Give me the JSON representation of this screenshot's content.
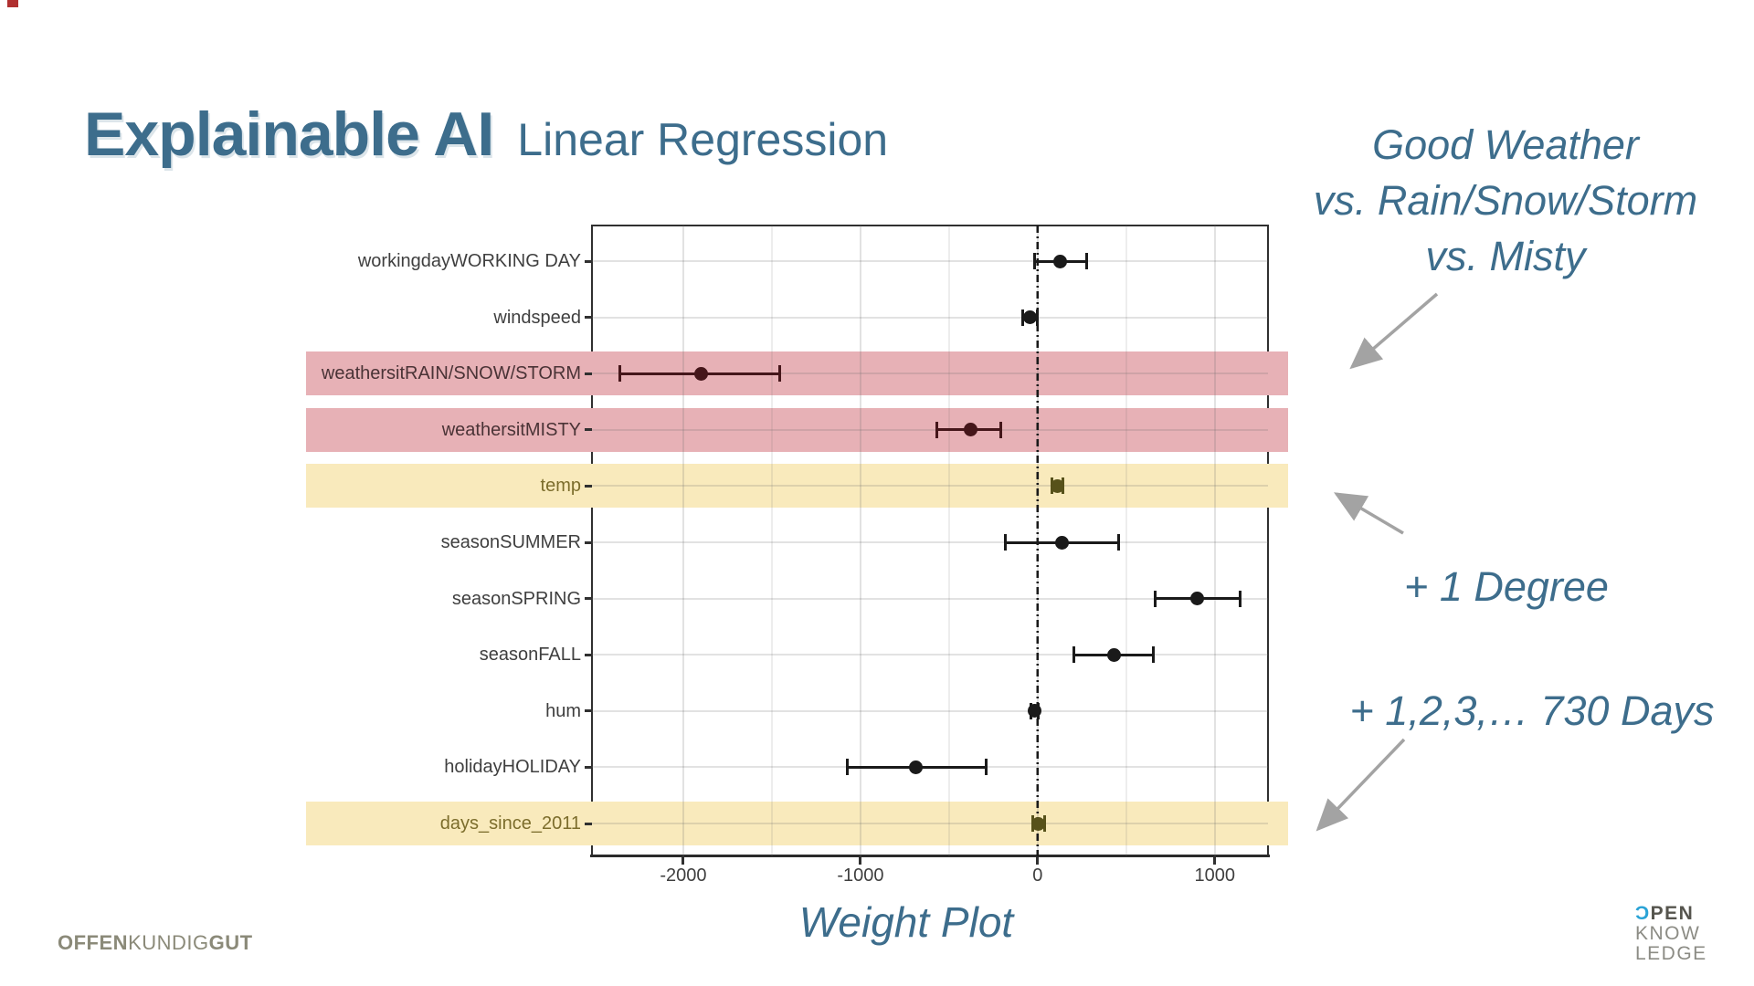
{
  "header": {
    "title": "Explainable AI",
    "subtitle": "Linear Regression"
  },
  "caption": "Weight Plot",
  "annotations": {
    "weather_note_lines": [
      "Good Weather",
      "vs. Rain/Snow/Storm",
      "vs. Misty"
    ],
    "degree_note": "+ 1 Degree",
    "days_note": "+ 1,2,3,… 730 Days"
  },
  "footer": {
    "left_logo": {
      "part1": "OFFEN",
      "part2": "KUNDIG",
      "part3": "GUT"
    },
    "right_logo": {
      "o": "Ɔ",
      "line1_rest": "PEN",
      "line2": "KNOW",
      "line3": "LEDGE"
    }
  },
  "colors": {
    "accent": "#3d6d8c",
    "band_pink": "#e7b1b6",
    "band_yellow": "#f9eabc",
    "point_black": "#1a1a1a",
    "point_maroon": "#45161a",
    "point_olive": "#57511a",
    "label_gray": "#3f3f3f",
    "label_maroon": "#4a3336",
    "label_olive": "#7c6d2c",
    "grid_major": "rgba(110,110,110,0.20)",
    "grid_minor": "rgba(110,110,110,0.12)",
    "axis_dark": "#303030",
    "arrow_gray": "#a3a3a3",
    "logo_blue": "#2aa3d6"
  },
  "chart_data": {
    "type": "scatter",
    "subtype": "forest-weight-plot",
    "title": "Weight Plot",
    "xlabel": "",
    "ylabel": "",
    "xlim": [
      -2515,
      1300
    ],
    "x_ticks": [
      -2000,
      -1000,
      0,
      1000
    ],
    "x_minor_ticks": [
      -1500,
      -500,
      500
    ],
    "zero_line": true,
    "grid": true,
    "legend": false,
    "categories": [
      "workingdayWORKING DAY",
      "windspeed",
      "weathersitRAIN/SNOW/STORM",
      "weathersitMISTY",
      "temp",
      "seasonSUMMER",
      "seasonSPRING",
      "seasonFALL",
      "hum",
      "holidayHOLIDAY",
      "days_since_2011"
    ],
    "points": [
      {
        "label": "workingdayWORKING DAY",
        "estimate": 125,
        "ci": [
          -15,
          275
        ],
        "highlight": "none"
      },
      {
        "label": "windspeed",
        "estimate": -42,
        "ci": [
          -85,
          0
        ],
        "highlight": "none"
      },
      {
        "label": "weathersitRAIN/SNOW/STORM",
        "estimate": -1900,
        "ci": [
          -2360,
          -1455
        ],
        "highlight": "red"
      },
      {
        "label": "weathersitMISTY",
        "estimate": -380,
        "ci": [
          -570,
          -210
        ],
        "highlight": "red"
      },
      {
        "label": "temp",
        "estimate": 110,
        "ci": [
          80,
          142
        ],
        "highlight": "yellow"
      },
      {
        "label": "seasonSUMMER",
        "estimate": 138,
        "ci": [
          -180,
          458
        ],
        "highlight": "none"
      },
      {
        "label": "seasonSPRING",
        "estimate": 900,
        "ci": [
          665,
          1140
        ],
        "highlight": "none"
      },
      {
        "label": "seasonFALL",
        "estimate": 430,
        "ci": [
          205,
          655
        ],
        "highlight": "none"
      },
      {
        "label": "hum",
        "estimate": -17,
        "ci": [
          -38,
          2
        ],
        "highlight": "none"
      },
      {
        "label": "holidayHOLIDAY",
        "estimate": -686,
        "ci": [
          -1075,
          -290
        ],
        "highlight": "none"
      },
      {
        "label": "days_since_2011",
        "estimate": 5,
        "ci": [
          -30,
          40
        ],
        "highlight": "yellow"
      }
    ]
  }
}
